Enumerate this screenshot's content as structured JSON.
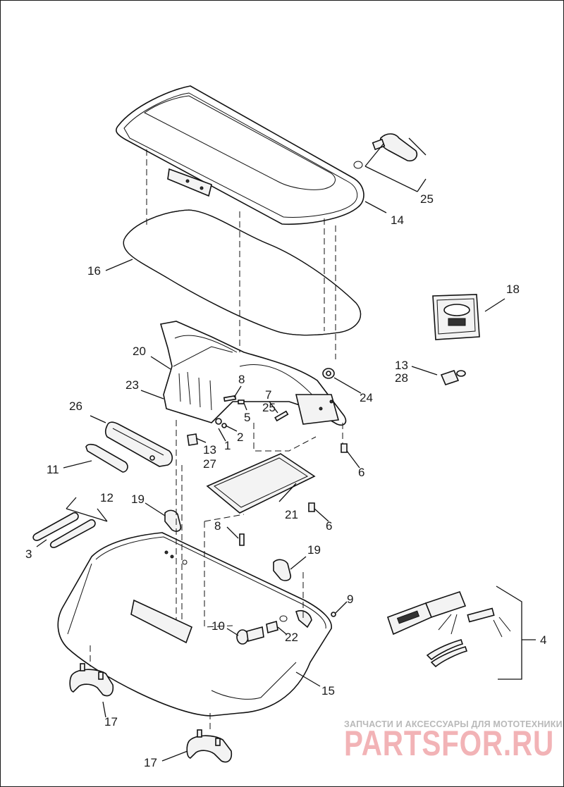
{
  "callouts": [
    {
      "id": "c1",
      "text": "1"
    },
    {
      "id": "c2",
      "text": "2"
    },
    {
      "id": "c3",
      "text": "3"
    },
    {
      "id": "c4",
      "text": "4"
    },
    {
      "id": "c5",
      "text": "5"
    },
    {
      "id": "c6a",
      "text": "6"
    },
    {
      "id": "c6b",
      "text": "6"
    },
    {
      "id": "c7",
      "text": "7"
    },
    {
      "id": "c8a",
      "text": "8"
    },
    {
      "id": "c8b",
      "text": "8"
    },
    {
      "id": "c9",
      "text": "9"
    },
    {
      "id": "c10",
      "text": "10"
    },
    {
      "id": "c11",
      "text": "11"
    },
    {
      "id": "c12",
      "text": "12"
    },
    {
      "id": "c13a",
      "text": "13"
    },
    {
      "id": "c13b",
      "text": "13"
    },
    {
      "id": "c14",
      "text": "14"
    },
    {
      "id": "c15",
      "text": "15"
    },
    {
      "id": "c16",
      "text": "16"
    },
    {
      "id": "c17a",
      "text": "17"
    },
    {
      "id": "c17b",
      "text": "17"
    },
    {
      "id": "c18",
      "text": "18"
    },
    {
      "id": "c19a",
      "text": "19"
    },
    {
      "id": "c19b",
      "text": "19"
    },
    {
      "id": "c20",
      "text": "20"
    },
    {
      "id": "c21",
      "text": "21"
    },
    {
      "id": "c22",
      "text": "22"
    },
    {
      "id": "c23",
      "text": "23"
    },
    {
      "id": "c24",
      "text": "24"
    },
    {
      "id": "c25a",
      "text": "25"
    },
    {
      "id": "c25b",
      "text": "25"
    },
    {
      "id": "c26",
      "text": "26"
    },
    {
      "id": "c27",
      "text": "27"
    },
    {
      "id": "c28",
      "text": "28"
    }
  ],
  "watermark": {
    "tagline": "ЗАПЧАСТИ И АКСЕССУАРЫ ДЛЯ МОТОТЕХНИКИ",
    "brand": "PARTSFOR.RU"
  },
  "colors": {
    "line": "#111111",
    "watermark_gray": "#b9b9b9",
    "watermark_red": "#f2b3b6"
  }
}
